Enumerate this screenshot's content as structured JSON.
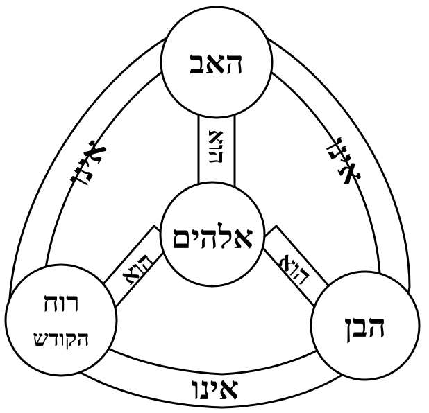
{
  "diagram": {
    "nodes": {
      "top": "האב",
      "center": "אלהים",
      "bottom_right": "הבן",
      "bottom_left_line1": "רוח",
      "bottom_left_line2": "הקודש"
    },
    "links": {
      "center_top": "הוא",
      "center_right": "הוא",
      "center_left": "הוא",
      "outer_left": "אינו",
      "outer_right": "אינו",
      "outer_bottom": "אינו"
    },
    "colors": {
      "line": "#000000",
      "fill": "#ffffff",
      "text": "#000000"
    }
  }
}
